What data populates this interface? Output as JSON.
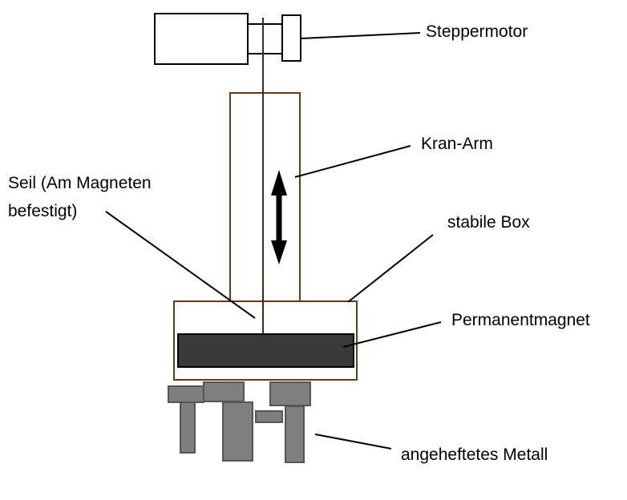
{
  "labels": {
    "stepper_motor": "Steppermotor",
    "crane_arm": "Kran-Arm",
    "rope_line1": "Seil (Am Magneten",
    "rope_line2": "befestigt)",
    "stable_box": "stabile Box",
    "permanent_magnet": "Permanentmagnet",
    "attached_metal": "angeheftetes Metall"
  },
  "colors": {
    "outline_black": "#000000",
    "box_brown": "#6b3a10",
    "rope_brown": "#4a2510",
    "magnet": "#3a3a3a",
    "metal_fill": "#7f7f7f",
    "metal_stroke": "#555555"
  }
}
